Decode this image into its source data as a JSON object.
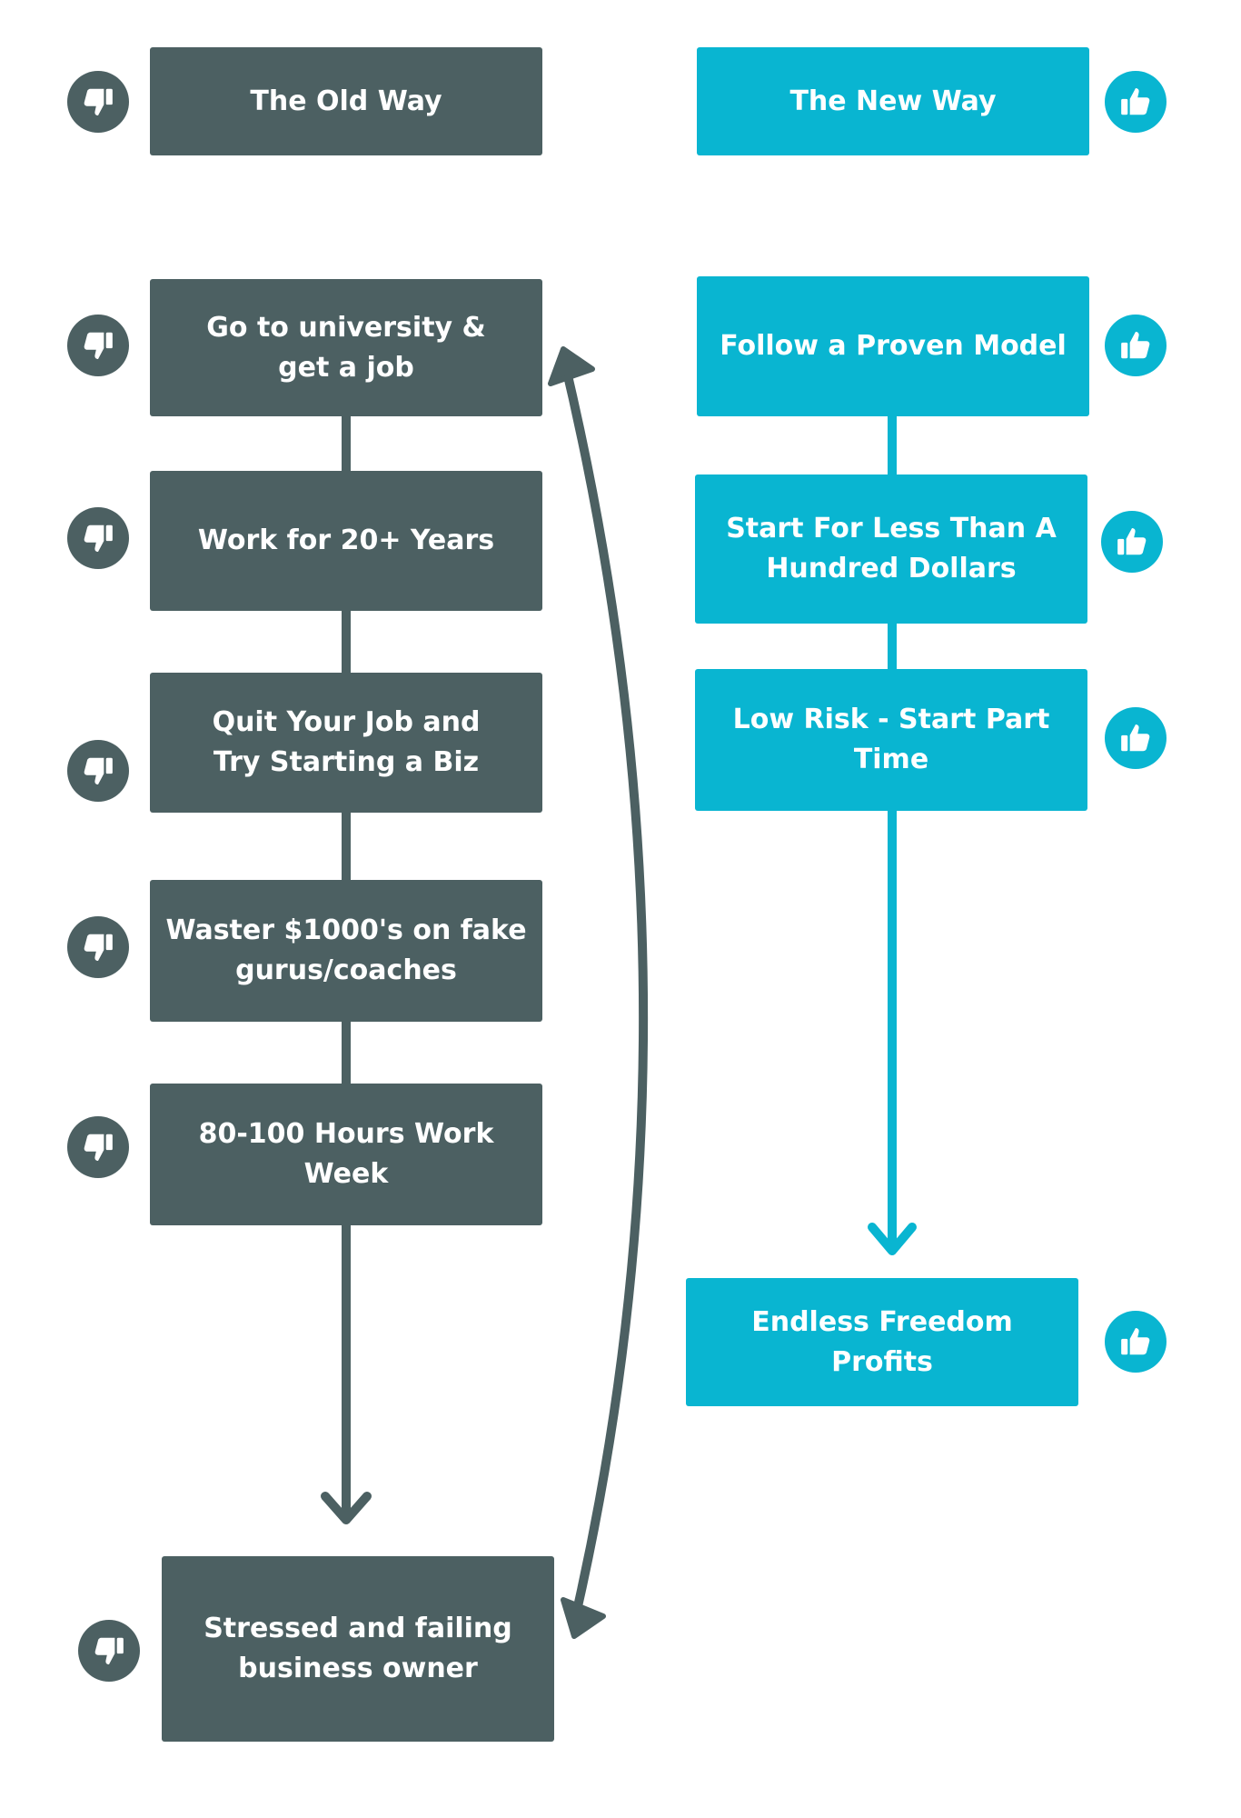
{
  "colors": {
    "old_way": "#4c6062",
    "new_way": "#09b5d1",
    "text": "#ffffff"
  },
  "old_way": {
    "header": "The Old Way",
    "steps": [
      "Go to university &\nget a job",
      "Work for 20+ Years",
      "Quit Your Job and\nTry Starting a Biz",
      "Waster $1000's on fake\ngurus/coaches",
      "80-100 Hours Work Week"
    ],
    "result": "Stressed and failing\nbusiness owner",
    "icon": "thumbs-down-icon"
  },
  "new_way": {
    "header": "The New Way",
    "steps": [
      "Follow a Proven Model",
      "Start For Less Than A\nHundred Dollars",
      "Low Risk - Start Part Time"
    ],
    "result": "Endless Freedom Profits",
    "icon": "thumbs-up-icon"
  }
}
